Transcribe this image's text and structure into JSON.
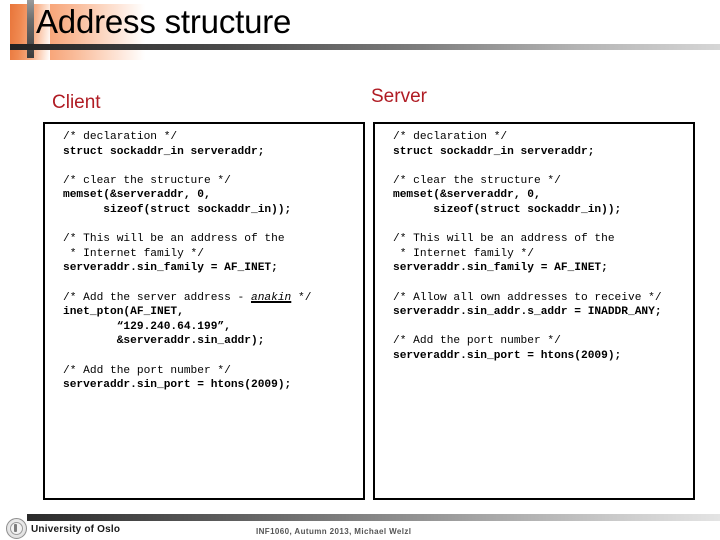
{
  "slide": {
    "title": "Address structure"
  },
  "columns": {
    "client": {
      "heading": "Client",
      "blocks": [
        {
          "lines": [
            {
              "text": "/* declaration */",
              "style": "cmt"
            },
            {
              "text": "struct sockaddr_in serveraddr;",
              "style": "code"
            }
          ]
        },
        {
          "lines": [
            {
              "text": "/* clear the structure */",
              "style": "cmt"
            },
            {
              "text": "memset(&serveraddr, 0,",
              "style": "code"
            },
            {
              "text": "      sizeof(struct sockaddr_in));",
              "style": "code"
            }
          ]
        },
        {
          "lines": [
            {
              "text": "/* This will be an address of the",
              "style": "cmt"
            },
            {
              "text": " * Internet family */",
              "style": "cmt"
            },
            {
              "text": "serveraddr.sin_family = AF_INET;",
              "style": "code"
            }
          ]
        },
        {
          "lines": [
            {
              "text": "/* Add the server address - anakin */",
              "style": "cmt",
              "spell_word": "anakin"
            },
            {
              "text": "inet_pton(AF_INET,",
              "style": "code"
            },
            {
              "text": "        “129.240.64.199”,",
              "style": "code"
            },
            {
              "text": "        &serveraddr.sin_addr);",
              "style": "code"
            }
          ]
        },
        {
          "lines": [
            {
              "text": "/* Add the port number */",
              "style": "cmt"
            },
            {
              "text": "serveraddr.sin_port = htons(2009);",
              "style": "code"
            }
          ]
        }
      ]
    },
    "server": {
      "heading": "Server",
      "blocks": [
        {
          "lines": [
            {
              "text": "/* declaration */",
              "style": "cmt"
            },
            {
              "text": "struct sockaddr_in serveraddr;",
              "style": "code"
            }
          ]
        },
        {
          "lines": [
            {
              "text": "/* clear the structure */",
              "style": "cmt"
            },
            {
              "text": "memset(&serveraddr, 0,",
              "style": "code"
            },
            {
              "text": "      sizeof(struct sockaddr_in));",
              "style": "code"
            }
          ]
        },
        {
          "lines": [
            {
              "text": "/* This will be an address of the",
              "style": "cmt"
            },
            {
              "text": " * Internet family */",
              "style": "cmt"
            },
            {
              "text": "serveraddr.sin_family = AF_INET;",
              "style": "code"
            }
          ]
        },
        {
          "lines": [
            {
              "text": "/* Allow all own addresses to receive */",
              "style": "cmt"
            },
            {
              "text": "serveraddr.sin_addr.s_addr = INADDR_ANY;",
              "style": "code"
            }
          ]
        },
        {
          "lines": [
            {
              "text": "/* Add the port number */",
              "style": "cmt"
            },
            {
              "text": "serveraddr.sin_port = htons(2009);",
              "style": "code"
            }
          ]
        }
      ]
    }
  },
  "footer": {
    "institution": "University of Oslo",
    "course": "INF1060,  Autumn 2013,  Michael Welzl",
    "logo_icon": "uio-seal-icon"
  },
  "colors": {
    "heading_red": "#b01c24",
    "title_accent_orange": "#e8753a",
    "box_border": "#000000",
    "text": "#000000"
  }
}
